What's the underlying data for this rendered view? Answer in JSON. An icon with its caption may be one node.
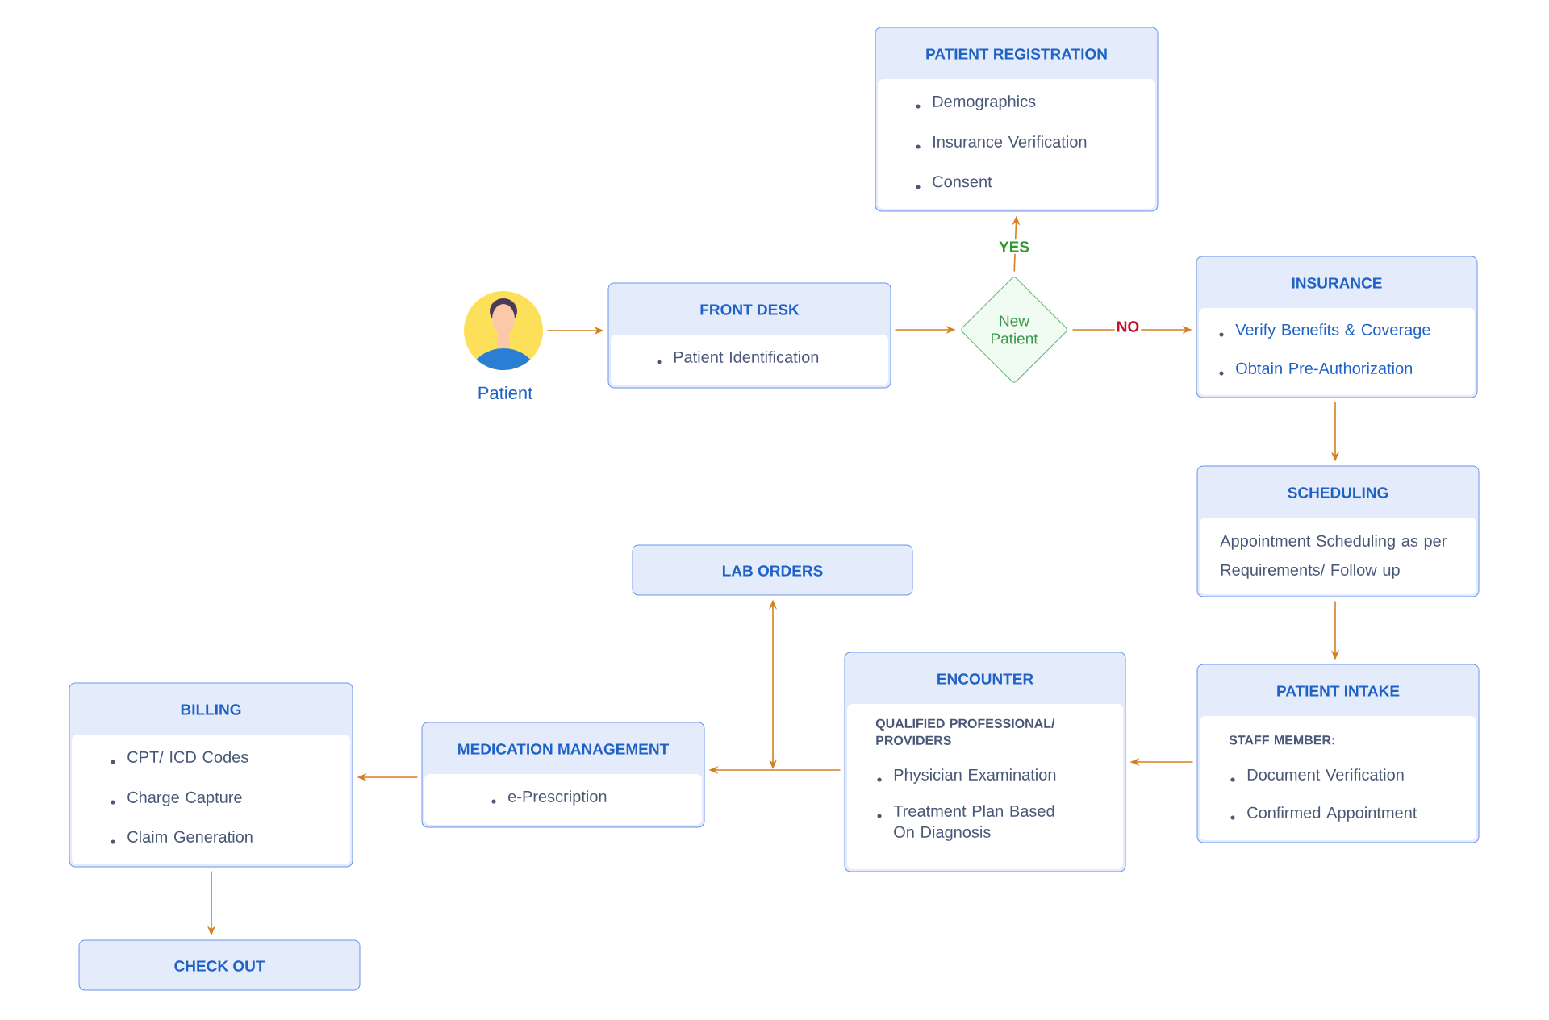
{
  "diagram": {
    "nodes": [
      {
        "text": [
          "Patient"
        ]
      },
      {
        "text": [
          "FRONT DESK",
          "Patient Identification"
        ]
      },
      {
        "text": [
          "New Patient"
        ]
      },
      {
        "text": [
          "PATIENT REGISTRATION",
          "Demographics",
          "Insurance Verification",
          "Consent"
        ]
      },
      {
        "text": [
          "INSURANCE",
          "Verify Benefits & Coverage",
          "Obtain Pre-Authorization"
        ]
      },
      {
        "text": [
          "SCHEDULING",
          "Appointment Scheduling as per Requirements/ Follow up"
        ]
      },
      {
        "text": [
          "PATIENT INTAKE",
          "STAFF MEMBER:",
          "Document Verification",
          "Confirmed Appointment"
        ]
      },
      {
        "text": [
          "ENCOUNTER",
          "QUALIFIED PROFESSIONAL/ PROVIDERS",
          "Physician Examination",
          "Treatment Plan Based On Diagnosis"
        ]
      },
      {
        "text": [
          "LAB ORDERS"
        ]
      },
      {
        "text": [
          "MEDICATION MANAGEMENT",
          "e-Prescription"
        ]
      },
      {
        "text": [
          "BILLING",
          "CPT/ ICD Codes",
          "Charge Capture",
          "Claim Generation"
        ]
      },
      {
        "text": [
          "CHECK OUT"
        ]
      }
    ],
    "edges": [
      {
        "from": 0,
        "to": 1,
        "arrow": "to"
      },
      {
        "from": 1,
        "to": 2,
        "arrow": "to"
      },
      {
        "from": 2,
        "to": 3,
        "arrow": "to",
        "label": "YES"
      },
      {
        "from": 2,
        "to": 4,
        "arrow": "to",
        "label": "NO"
      },
      {
        "from": 4,
        "to": 5,
        "arrow": "to"
      },
      {
        "from": 5,
        "to": 6,
        "arrow": "to"
      },
      {
        "from": 6,
        "to": 7,
        "arrow": "to"
      },
      {
        "from": 7,
        "to": 9,
        "arrow": "to"
      },
      {
        "from": null,
        "to": 8,
        "arrow": "both"
      },
      {
        "from": 9,
        "to": 10,
        "arrow": "to"
      },
      {
        "from": 10,
        "to": 11,
        "arrow": "to"
      }
    ]
  }
}
